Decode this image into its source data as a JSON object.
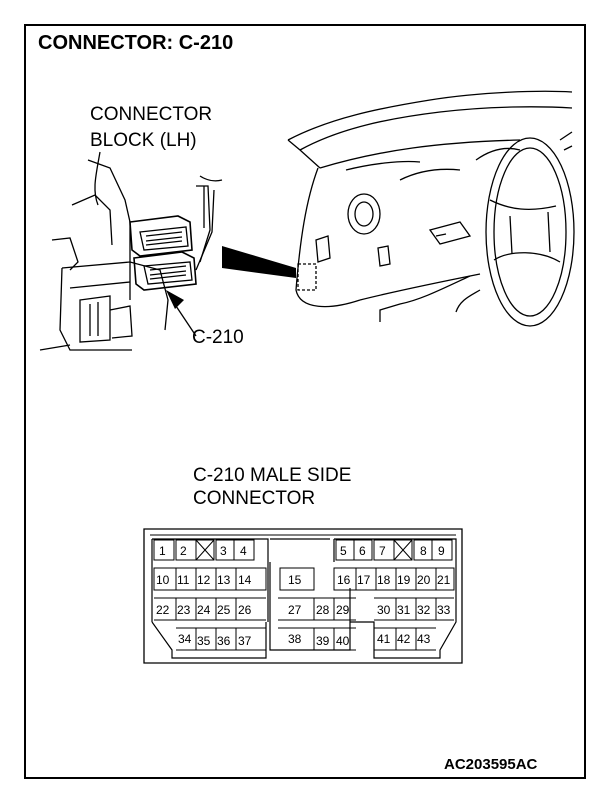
{
  "title": "CONNECTOR: C-210",
  "location_label_line1": "CONNECTOR",
  "location_label_line2": "BLOCK (LH)",
  "callout_label": "C-210",
  "connector_label_line1": "C-210 MALE SIDE",
  "connector_label_line2": "CONNECTOR",
  "figure_code": "AC203595AC",
  "pins": {
    "p1": "1",
    "p2": "2",
    "p3": "3",
    "p4": "4",
    "p5": "5",
    "p6": "6",
    "p7": "7",
    "p8": "8",
    "p9": "9",
    "p10": "10",
    "p11": "11",
    "p12": "12",
    "p13": "13",
    "p14": "14",
    "p15": "15",
    "p16": "16",
    "p17": "17",
    "p18": "18",
    "p19": "19",
    "p20": "20",
    "p21": "21",
    "p22": "22",
    "p23": "23",
    "p24": "24",
    "p25": "25",
    "p26": "26",
    "p27": "27",
    "p28": "28",
    "p29": "29",
    "p30": "30",
    "p31": "31",
    "p32": "32",
    "p33": "33",
    "p34": "34",
    "p35": "35",
    "p36": "36",
    "p37": "37",
    "p38": "38",
    "p39": "39",
    "p40": "40",
    "p41": "41",
    "p42": "42",
    "p43": "43"
  }
}
